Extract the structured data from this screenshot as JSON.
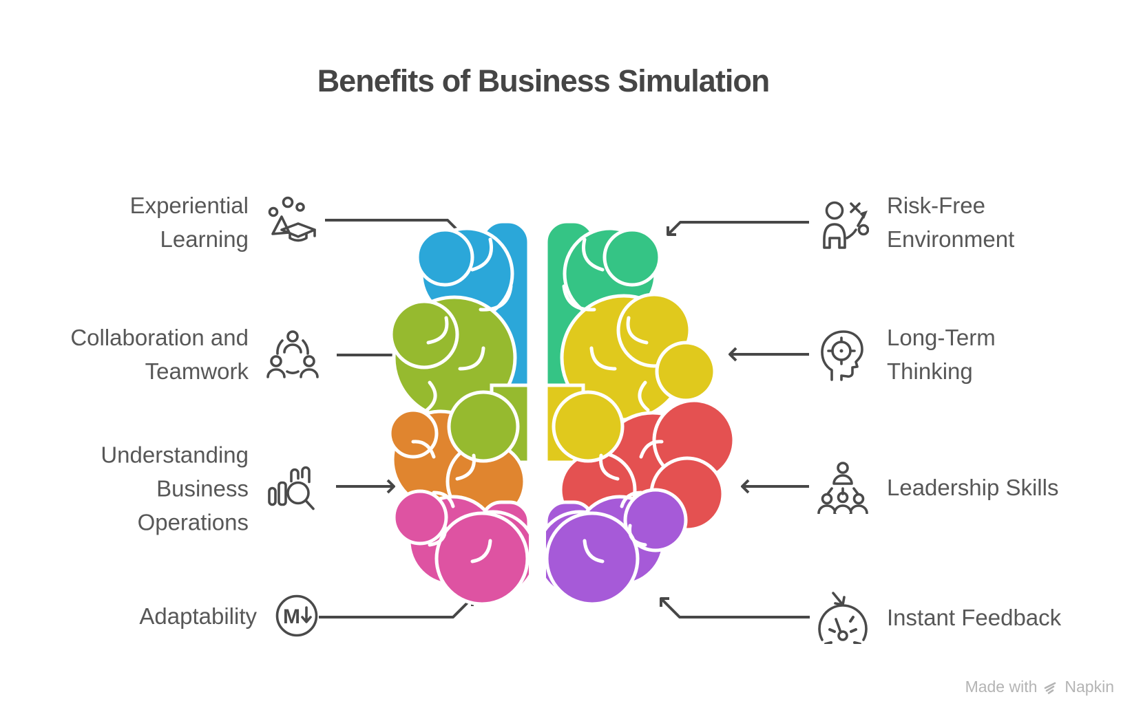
{
  "title": "Benefits of Business Simulation",
  "benefits": {
    "left": [
      {
        "label": "Experiential Learning",
        "lines": [
          "Experiential",
          "Learning"
        ]
      },
      {
        "label": "Collaboration and Teamwork",
        "lines": [
          "Collaboration and",
          "Teamwork"
        ]
      },
      {
        "label": "Understanding Business Operations",
        "lines": [
          "Understanding",
          "Business",
          "Operations"
        ]
      },
      {
        "label": "Adaptability",
        "lines": [
          "Adaptability"
        ]
      }
    ],
    "right": [
      {
        "label": "Risk-Free Environment",
        "lines": [
          "Risk-Free",
          "Environment"
        ]
      },
      {
        "label": "Long-Term Thinking",
        "lines": [
          "Long-Term",
          "Thinking"
        ]
      },
      {
        "label": "Leadership Skills",
        "lines": [
          "Leadership Skills"
        ]
      },
      {
        "label": "Instant Feedback",
        "lines": [
          "Instant Feedback"
        ]
      }
    ]
  },
  "icons": {
    "adaptability_letter": "M"
  },
  "footer": {
    "made_with": "Made with",
    "brand": "Napkin"
  },
  "colors": {
    "title_text": "#454545",
    "label_text": "#575757",
    "icon_stroke": "#4a4a4a",
    "arrow": "#474747",
    "footer_text": "#b4b4b4",
    "brain": {
      "blue": "#2BA7D9",
      "green": "#96BA2F",
      "teal": "#35C485",
      "yellow": "#E0C91D",
      "orange": "#E0852F",
      "red": "#E45151",
      "pink": "#DE53A2",
      "purple": "#A65AD8"
    }
  }
}
